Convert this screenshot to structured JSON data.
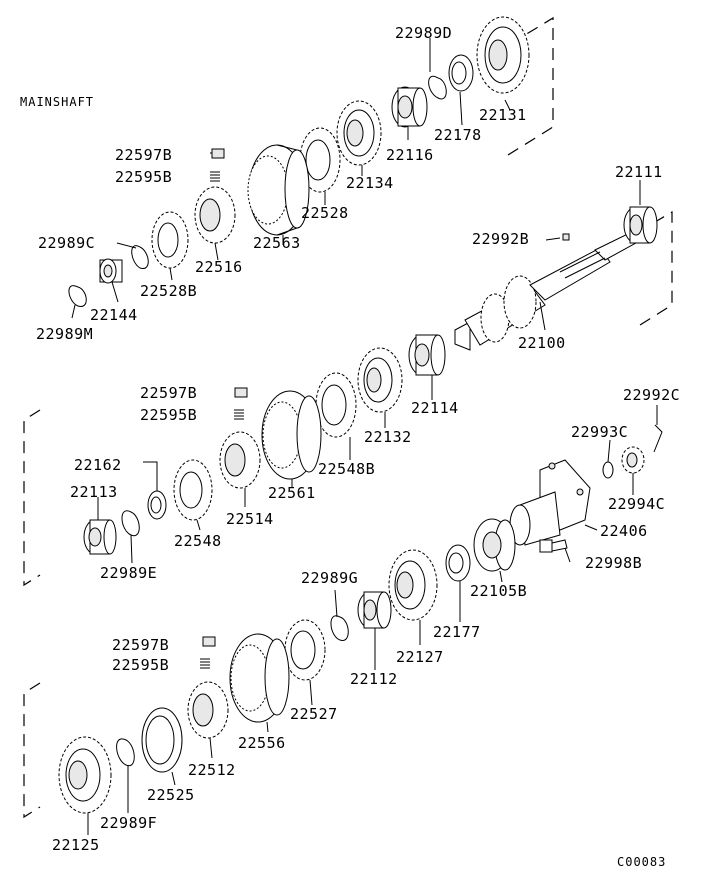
{
  "title": "MAINSHAFT",
  "drawing_code": "C00083",
  "labels": {
    "p22989D": "22989D",
    "p22131": "22131",
    "p22178": "22178",
    "p22116": "22116",
    "p22134": "22134",
    "p22597B_1": "22597B",
    "p22595B_1": "22595B",
    "p22528": "22528",
    "p22563": "22563",
    "p22111": "22111",
    "p22992B": "22992B",
    "p22989C": "22989C",
    "p22516": "22516",
    "p22528B": "22528B",
    "p22144": "22144",
    "p22989M": "22989M",
    "p22100": "22100",
    "p22597B_2": "22597B",
    "p22595B_2": "22595B",
    "p22114": "22114",
    "p22132": "22132",
    "p22992C": "22992C",
    "p22993C": "22993C",
    "p22548B": "22548B",
    "p22162": "22162",
    "p22561": "22561",
    "p22113": "22113",
    "p22514": "22514",
    "p22994C": "22994C",
    "p22406": "22406",
    "p22548": "22548",
    "p22989E": "22989E",
    "p22998B": "22998B",
    "p22989G": "22989G",
    "p22105B": "22105B",
    "p22127": "22127",
    "p22177": "22177",
    "p22597B_3": "22597B",
    "p22595B_3": "22595B",
    "p22112": "22112",
    "p22527": "22527",
    "p22556": "22556",
    "p22512": "22512",
    "p22525": "22525",
    "p22989F": "22989F",
    "p22125": "22125"
  }
}
